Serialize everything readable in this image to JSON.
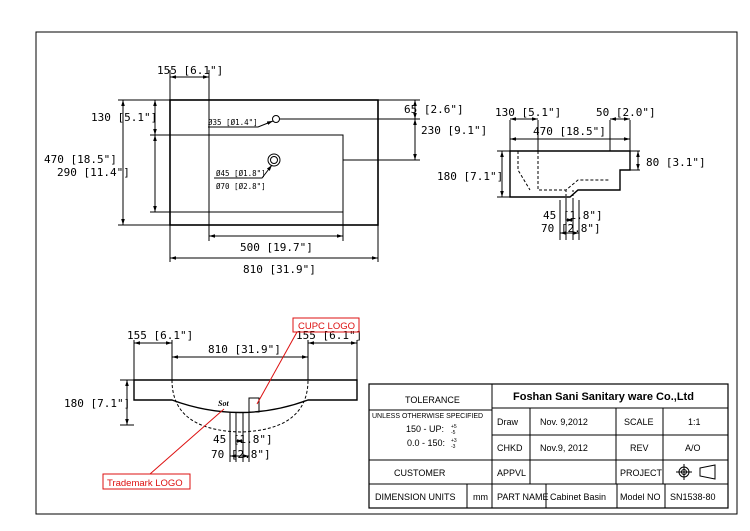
{
  "top_view": {
    "dims": {
      "w155": "155 [6.1\"]",
      "h130": "130 [5.1\"]",
      "h65": "65 [2.6\"]",
      "h470": "470 [18.5\"]",
      "h290": "290 [11.4\"]",
      "h230": "230 [9.1\"]",
      "w500": "500 [19.7\"]",
      "w810": "810 [31.9\"]"
    },
    "holes": {
      "faucet": "Ø35 [Ø1.4\"]",
      "drain1": "Ø45 [Ø1.8\"]",
      "drain2": "Ø70 [Ø2.8\"]"
    }
  },
  "side_view": {
    "dims": {
      "w130": "130 [5.1\"]",
      "w50": "50 [2.0\"]",
      "w470": "470 [18.5\"]",
      "h80": "80 [3.1\"]",
      "h180": "180 [7.1\"]",
      "w45": "45 [1.8\"]",
      "w70": "70 [2.8\"]"
    }
  },
  "front_view": {
    "dims": {
      "w155a": "155 [6.1\"]",
      "w810": "810 [31.9\"]",
      "w155b": "155 [6.1\"]",
      "h180": "180 [7.1\"]",
      "w45": "45 [1.8\"]",
      "w70": "70 [2.8\"]"
    },
    "callouts": {
      "cupc": "CUPC LOGO",
      "trademark": "Trademark LOGO"
    },
    "logo_text": "Sot"
  },
  "title_block": {
    "tolerance": "TOLERANCE",
    "unless": "UNLESS OTHERWISE SPECIFIED",
    "tol1_label": "150 - UP:",
    "tol1_plus": "+5",
    "tol1_minus": "-5",
    "tol2_label": "0.0 - 150:",
    "tol2_plus": "+3",
    "tol2_minus": "-3",
    "company": "Foshan Sani Sanitary ware Co.,Ltd",
    "draw_label": "Draw",
    "draw_date": "Nov. 9,2012",
    "scale_label": "SCALE",
    "scale_value": "1:1",
    "chkd_label": "CHKD",
    "chkd_date": "Nov.9, 2012",
    "rev_label": "REV",
    "rev_value": "A/O",
    "customer_label": "CUSTOMER",
    "appvl_label": "APPVL",
    "projection_label": "PROJECT",
    "dim_units_label": "DIMENSION UNITS",
    "dim_units_value": "mm",
    "part_name_label": "PART NAME",
    "part_name_value": "Cabinet Basin",
    "model_label": "Model NO",
    "model_value": "SN1538-80"
  }
}
